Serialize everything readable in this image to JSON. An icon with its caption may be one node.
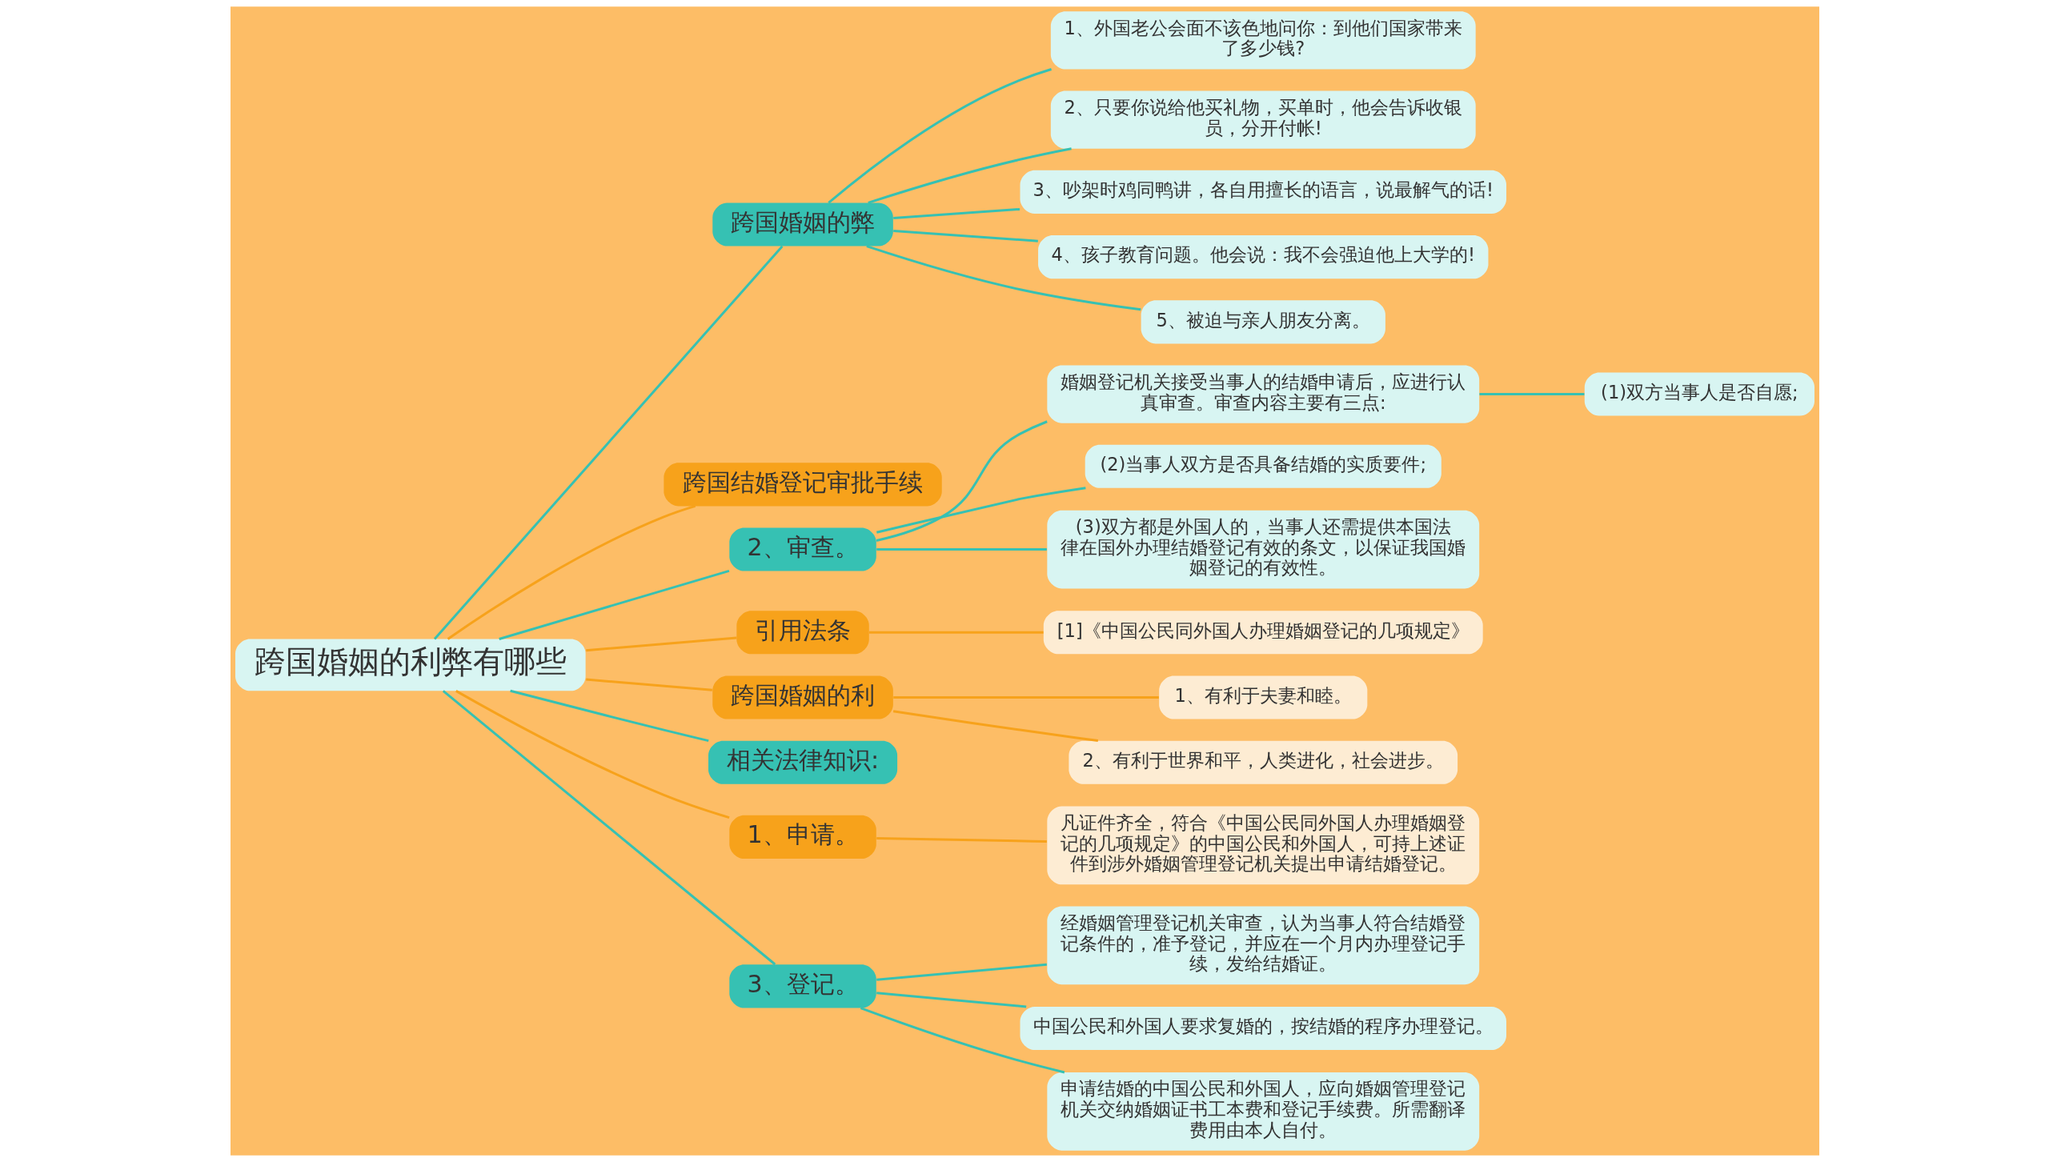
{
  "diagram": {
    "nodes": [
      {
        "text": [
          "跨国婚姻的利弊有哪些"
        ]
      },
      {
        "text": [
          "跨国婚姻的弊"
        ]
      },
      {
        "text": [
          "1、外国老公会面不该色地问你：到他们国家带来了多少钱?"
        ]
      },
      {
        "text": [
          "2、只要你说给他买礼物，买单时，他会告诉收银员，分开付帐!"
        ]
      },
      {
        "text": [
          "3、吵架时鸡同鸭讲，各自用擅长的语言，说最解气的话!"
        ]
      },
      {
        "text": [
          "4、孩子教育问题。他会说：我不会强迫他上大学的!"
        ]
      },
      {
        "text": [
          "5、被迫与亲人朋友分离。"
        ]
      },
      {
        "text": [
          "跨国结婚登记审批手续"
        ]
      },
      {
        "text": [
          "2、审查。"
        ]
      },
      {
        "text": [
          "婚姻登记机关接受当事人的结婚申请后，应进行认真审查。审查内容主要有三点:"
        ]
      },
      {
        "text": [
          "(1)双方当事人是否自愿;"
        ]
      },
      {
        "text": [
          "(2)当事人双方是否具备结婚的实质要件;"
        ]
      },
      {
        "text": [
          "(3)双方都是外国人的，当事人还需提供本国法律在国外办理结婚登记有效的条文，以保证我国婚姻登记的有效性。"
        ]
      },
      {
        "text": [
          "引用法条"
        ]
      },
      {
        "text": [
          "[1]《中国公民同外国人办理婚姻登记的几项规定》"
        ]
      },
      {
        "text": [
          "跨国婚姻的利"
        ]
      },
      {
        "text": [
          "1、有利于夫妻和睦。"
        ]
      },
      {
        "text": [
          "2、有利于世界和平，人类进化，社会进步。"
        ]
      },
      {
        "text": [
          "相关法律知识:"
        ]
      },
      {
        "text": [
          "1、申请。"
        ]
      },
      {
        "text": [
          "凡证件齐全，符合《中国公民同外国人办理婚姻登记的几项规定》的中国公民和外国人，可持上述证件到涉外婚姻管理登记机关提出申请结婚登记。"
        ]
      },
      {
        "text": [
          "3、登记。"
        ]
      },
      {
        "text": [
          "经婚姻管理登记机关审查，认为当事人符合结婚登记条件的，准予登记，并应在一个月内办理登记手续，发给结婚证。"
        ]
      },
      {
        "text": [
          "中国公民和外国人要求复婚的，按结婚的程序办理登记。"
        ]
      },
      {
        "text": [
          "申请结婚的中国公民和外国人，应向婚姻管理登记机关交纳婚姻证书工本费和登记手续费。所需翻译费用由本人自付。"
        ]
      }
    ],
    "edges": [
      {
        "from": 0,
        "to": 1,
        "arrow": "none"
      },
      {
        "from": 1,
        "to": 2,
        "arrow": "none"
      },
      {
        "from": 1,
        "to": 3,
        "arrow": "none"
      },
      {
        "from": 1,
        "to": 4,
        "arrow": "none"
      },
      {
        "from": 1,
        "to": 5,
        "arrow": "none"
      },
      {
        "from": 1,
        "to": 6,
        "arrow": "none"
      },
      {
        "from": 0,
        "to": 7,
        "arrow": "none",
        "color": "#f7a21b"
      },
      {
        "from": 0,
        "to": 8,
        "arrow": "none"
      },
      {
        "from": 8,
        "to": 9,
        "arrow": "none"
      },
      {
        "from": 9,
        "to": 10,
        "arrow": "none"
      },
      {
        "from": 8,
        "to": 11,
        "arrow": "none"
      },
      {
        "from": 8,
        "to": 12,
        "arrow": "none"
      },
      {
        "from": 0,
        "to": 13,
        "arrow": "none",
        "color": "#f7a21b"
      },
      {
        "from": 13,
        "to": 14,
        "arrow": "none",
        "color": "#f7a21b"
      },
      {
        "from": 0,
        "to": 15,
        "arrow": "none",
        "color": "#f7a21b"
      },
      {
        "from": 15,
        "to": 16,
        "arrow": "none",
        "color": "#f7a21b"
      },
      {
        "from": 15,
        "to": 17,
        "arrow": "none",
        "color": "#f7a21b"
      },
      {
        "from": 0,
        "to": 18,
        "arrow": "none"
      },
      {
        "from": 0,
        "to": 19,
        "arrow": "none",
        "color": "#f7a21b"
      },
      {
        "from": 19,
        "to": 20,
        "arrow": "none",
        "color": "#f7a21b"
      },
      {
        "from": 0,
        "to": 21,
        "arrow": "none"
      },
      {
        "from": 21,
        "to": 22,
        "arrow": "none"
      },
      {
        "from": 21,
        "to": 23,
        "arrow": "none"
      },
      {
        "from": 21,
        "to": 24,
        "arrow": "none"
      }
    ]
  }
}
